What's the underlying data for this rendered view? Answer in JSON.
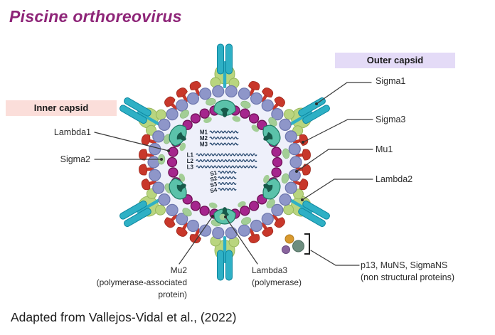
{
  "title": "Piscine orthoreovirus",
  "attribution": "Adapted from Vallejos-Vidal et al., (2022)",
  "capsid_boxes": {
    "inner": "Inner capsid",
    "outer": "Outer capsid"
  },
  "labels": {
    "lambda1": "Lambda1",
    "sigma2": "Sigma2",
    "sigma1": "Sigma1",
    "sigma3": "Sigma3",
    "mu1": "Mu1",
    "lambda2": "Lambda2",
    "mu2": "Mu2",
    "mu2_sub1": "(polymerase-associated",
    "mu2_sub2": "protein)",
    "lambda3": "Lambda3",
    "lambda3_sub": "(polymerase)",
    "ns_proteins": "p13, MuNS, SigmaNS",
    "ns_proteins_sub": "(non structural proteins)"
  },
  "genome_segments": {
    "m_class": [
      "M1",
      "M2",
      "M3"
    ],
    "l_class": [
      "L1",
      "L2",
      "L3"
    ],
    "s_class": [
      "S1",
      "S2",
      "S3",
      "S4"
    ]
  },
  "colors": {
    "title": "#8e2578",
    "interior_bg": "#eef0fa",
    "outer_ring_circle": "#8e96c9",
    "outer_ring_circle_stroke": "#6d76ad",
    "trumpet": "#c8372a",
    "trumpet_stroke": "#9e2a1e",
    "inner_ring_circle": "#a5258d",
    "inner_ring_circle_stroke": "#6e0f55",
    "spike_rod": "#2eb0c5",
    "spike_rod_stroke": "#0e87a0",
    "spike_base_green": "#b9d57f",
    "spike_base_green_stroke": "#97b65c",
    "sigma2_green": "#a3ce96",
    "sigma2_green_stroke": "#84b577",
    "turret_light": "#5bc2aa",
    "turret_light_stroke": "#1f7a64",
    "turret_dark": "#17594a",
    "rna": "#27486e",
    "genome_label": "#1b2430",
    "leader": "#3a3a3a",
    "ns_orange": "#d9992e",
    "ns_orange_stroke": "#b07b1d",
    "ns_purple": "#8a649e",
    "ns_purple_stroke": "#67487f",
    "ns_gray_green": "#6d8d7f",
    "ns_gray_green_stroke": "#4f6e60"
  }
}
